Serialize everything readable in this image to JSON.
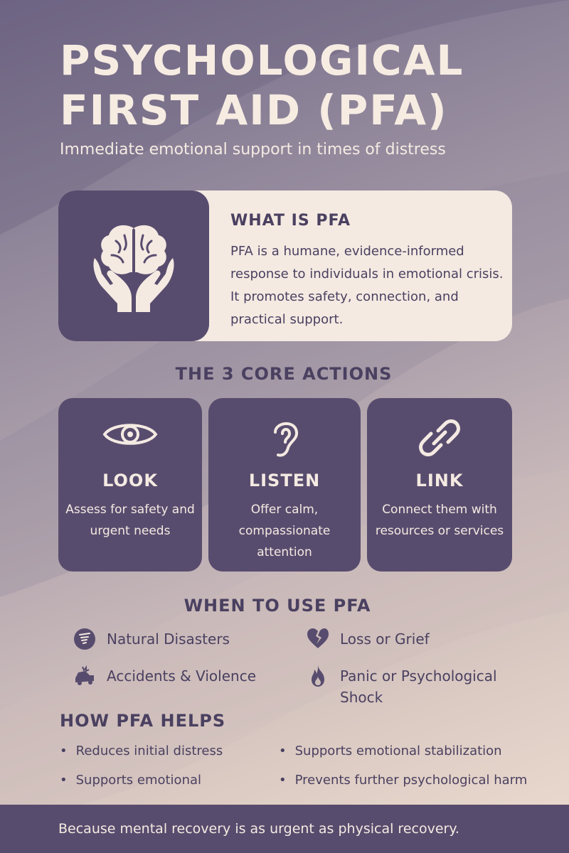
{
  "header": {
    "title_line1": "PSYCHOLOGICAL",
    "title_line2": "FIRST AID (PFA)",
    "subtitle": "Immediate emotional support in times of distress"
  },
  "what_is": {
    "heading": "WHAT IS PFA",
    "text": "PFA is a humane, evidence-informed response to individuals in emotional crisis. It promotes safety, connection, and practical support.",
    "icon": "brain-in-hands-icon"
  },
  "core_actions": {
    "heading": "THE 3 CORE ACTIONS",
    "items": [
      {
        "label": "LOOK",
        "desc": "Assess for safety and urgent needs",
        "icon": "eye-icon"
      },
      {
        "label": "LISTEN",
        "desc": "Offer calm, compassionate attention",
        "icon": "ear-icon"
      },
      {
        "label": "LINK",
        "desc": "Connect them with resources or services",
        "icon": "chain-link-icon"
      }
    ]
  },
  "when_to_use": {
    "heading": "WHEN TO USE PFA",
    "items": [
      {
        "label": "Natural Disasters",
        "icon": "tornado-icon"
      },
      {
        "label": "Loss or Grief",
        "icon": "broken-heart-icon"
      },
      {
        "label": "Accidents & Violence",
        "icon": "crash-icon"
      },
      {
        "label": "Panic or Psychological Shock",
        "icon": "flame-icon"
      }
    ]
  },
  "how_helps": {
    "heading": "HOW PFA HELPS",
    "items": [
      "Reduces initial distress",
      "Supports emotional stabilization",
      "Supports emotional",
      "Prevents further psychological harm"
    ]
  },
  "footer": {
    "text": "Because mental recovery is as urgent as physical recovery."
  },
  "colors": {
    "dark_purple": "#584c6e",
    "cream": "#f4eae2",
    "text_dark": "#4a4060"
  }
}
